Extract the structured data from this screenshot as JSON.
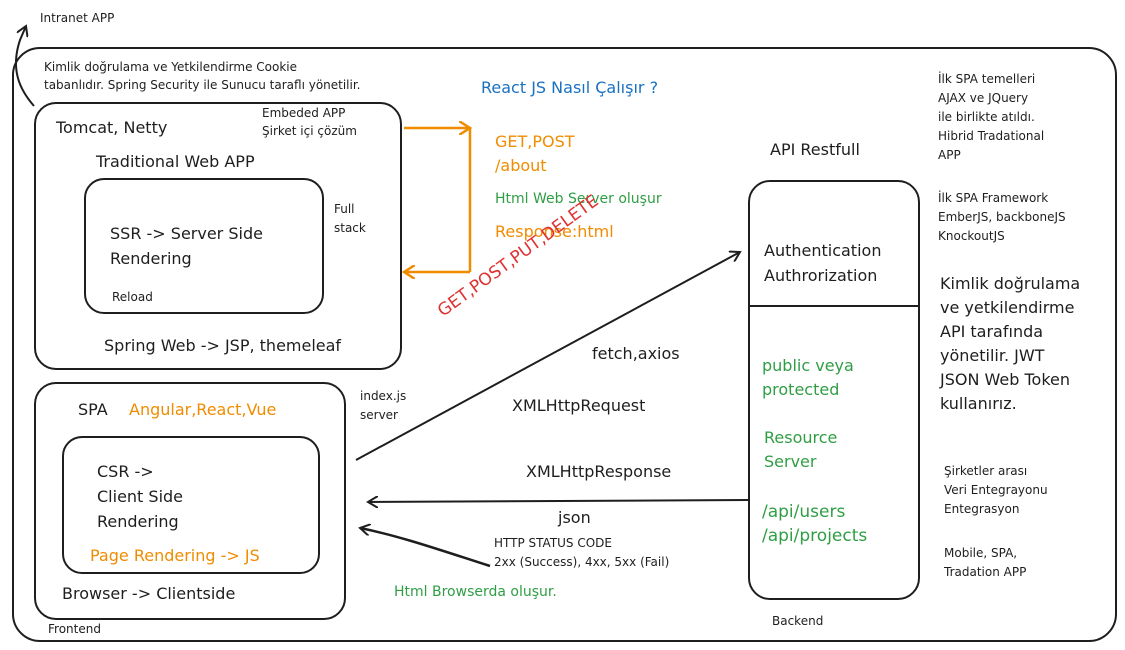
{
  "intranet_label": "Intranet APP",
  "auth_note": [
    "Kimlik doğrulama ve Yetkilendirme Cookie",
    "tabanlıdır. Spring Security ile Sunucu taraflı yönetilir."
  ],
  "react_title": "React JS Nasıl Çalışır ?",
  "traditional": {
    "server": "Tomcat, Netty",
    "embedded": [
      "Embeded APP",
      "Şirket içi çözüm"
    ],
    "title": "Traditional Web APP",
    "ssr": [
      "SSR -> Server Side",
      "Rendering"
    ],
    "reload": "Reload",
    "full_stack": [
      "Full",
      "stack"
    ],
    "spring": "Spring Web -> JSP, themeleaf"
  },
  "flow_top": {
    "request": [
      "GET,POST",
      "/about"
    ],
    "server_build": "Html Web Server oluşur",
    "response": "Response:html"
  },
  "spa": {
    "label": "SPA",
    "frameworks": "Angular,React,Vue",
    "csr": [
      "CSR ->",
      "Client Side",
      "Rendering"
    ],
    "page_rendering": "Page Rendering -> JS",
    "browser": "Browser -> Clientside"
  },
  "index_js": [
    "index.js",
    "server"
  ],
  "frontend": "Frontend",
  "methods": "GET,POST,PUT,DELETE",
  "fetch": "fetch,axios",
  "xml_request": "XMLHttpRequest",
  "xml_response": "XMLHttpResponse",
  "json": "json",
  "status": [
    "HTTP STATUS CODE",
    "2xx (Success), 4xx, 5xx (Fail)"
  ],
  "html_browser": "Html Browserda oluşur.",
  "api": {
    "title": "API Restfull",
    "auth": [
      "Authentication",
      "Authrorization"
    ],
    "access": [
      "public veya",
      "protected"
    ],
    "resource": [
      "Resource",
      "Server"
    ],
    "endpoints": [
      "/api/users",
      "/api/projects"
    ],
    "backend": "Backend"
  },
  "spa_history": [
    "İlk SPA temelleri",
    "AJAX ve JQuery",
    "ile birlikte atıldı.",
    "Hibrid Tradational",
    "APP"
  ],
  "spa_frameworks": [
    "İlk SPA Framework",
    "EmberJS, backboneJS",
    "KnockoutJS"
  ],
  "jwt_note": [
    "Kimlik doğrulama",
    "ve yetkilendirme",
    "API tarafında",
    "yönetilir. JWT",
    "JSON Web Token",
    "kullanırız."
  ],
  "integration": [
    "Şirketler arası",
    "Veri Entegrayonu",
    "Entegrasyon"
  ],
  "platforms": [
    "Mobile, SPA,",
    "Tradation APP"
  ],
  "colors": {
    "stroke": "#1e1e1e",
    "orange": "#f08c00",
    "green": "#2f9e44",
    "blue": "#1971c2",
    "red": "#e03131"
  }
}
